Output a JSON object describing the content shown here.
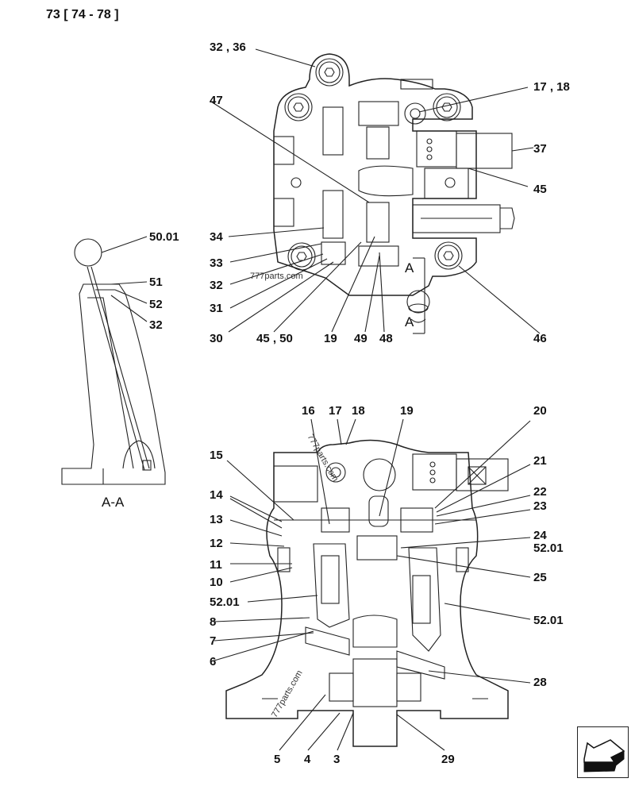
{
  "header": {
    "page_ref": "73 [ 74 - 78 ]"
  },
  "views": {
    "top_view": {
      "labels": [
        "32 , 36",
        "17 , 18",
        "47",
        "37",
        "45",
        "34",
        "33",
        "32",
        "31",
        "30",
        "45 , 50",
        "19",
        "49",
        "48",
        "46"
      ],
      "section_marks": [
        "A",
        "A"
      ]
    },
    "section_aa": {
      "title": "A-A",
      "labels": [
        "50.01",
        "51",
        "52",
        "32"
      ]
    },
    "bottom_view": {
      "labels_left": [
        "16",
        "17",
        "18",
        "19",
        "15",
        "14",
        "13",
        "12",
        "11",
        "10",
        "52.01",
        "8",
        "7",
        "6"
      ],
      "labels_right": [
        "20",
        "21",
        "22",
        "23",
        "24",
        "52.01",
        "25",
        "52.01",
        "28"
      ],
      "labels_bottom": [
        "5",
        "4",
        "3",
        "29"
      ]
    }
  },
  "watermarks": [
    "777parts.com",
    "777parts.com",
    "777parts.com"
  ],
  "navigation": {
    "icon": "back-arrow-icon"
  }
}
